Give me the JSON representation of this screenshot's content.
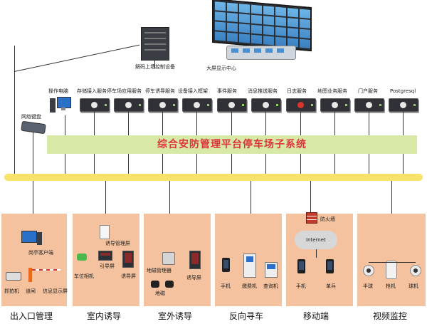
{
  "title": "综合安防管理平台停车场子系统",
  "top": {
    "decoder": "解码上墙控制设备",
    "bigscreen": "大屏显示中心",
    "keyboard": "网络键盘"
  },
  "services": [
    "操作电脑",
    "存储接入服务",
    "停车场应用服务",
    "停车诱导服务",
    "设备接入框架",
    "事件服务",
    "消息推送服务",
    "日志服务",
    "地图业务服务",
    "门户服务",
    "Postgresql"
  ],
  "zones": {
    "entrance": {
      "title": "出入口管理",
      "client": "岗亭客户端",
      "capture": "抓拍机",
      "gate": "道闸",
      "display": "信息显示屏"
    },
    "indoor": {
      "title": "室内诱导",
      "manager": "诱导管理屏",
      "guide": "引导屏",
      "camera": "车位相机",
      "inducer": "诱导屏"
    },
    "outdoor": {
      "title": "室外诱导",
      "magmgr": "地磁管理器",
      "inducer": "诱导屏",
      "mag": "地磁"
    },
    "reverse": {
      "title": "反向寻车",
      "phone": "手机",
      "pay": "缴费机",
      "query": "查询机"
    },
    "mobile": {
      "title": "移动端",
      "firewall": "防火墙",
      "internet": "Internet",
      "phone": "手机",
      "single": "单兵"
    },
    "video": {
      "title": "视频监控",
      "hemi": "半球",
      "gun": "枪机",
      "ball": "球机"
    }
  },
  "colors": {
    "bus": "#f7e36b",
    "platform": "#d8e8a6",
    "zone": "#f4c29e",
    "title_text": "#e0323c"
  }
}
